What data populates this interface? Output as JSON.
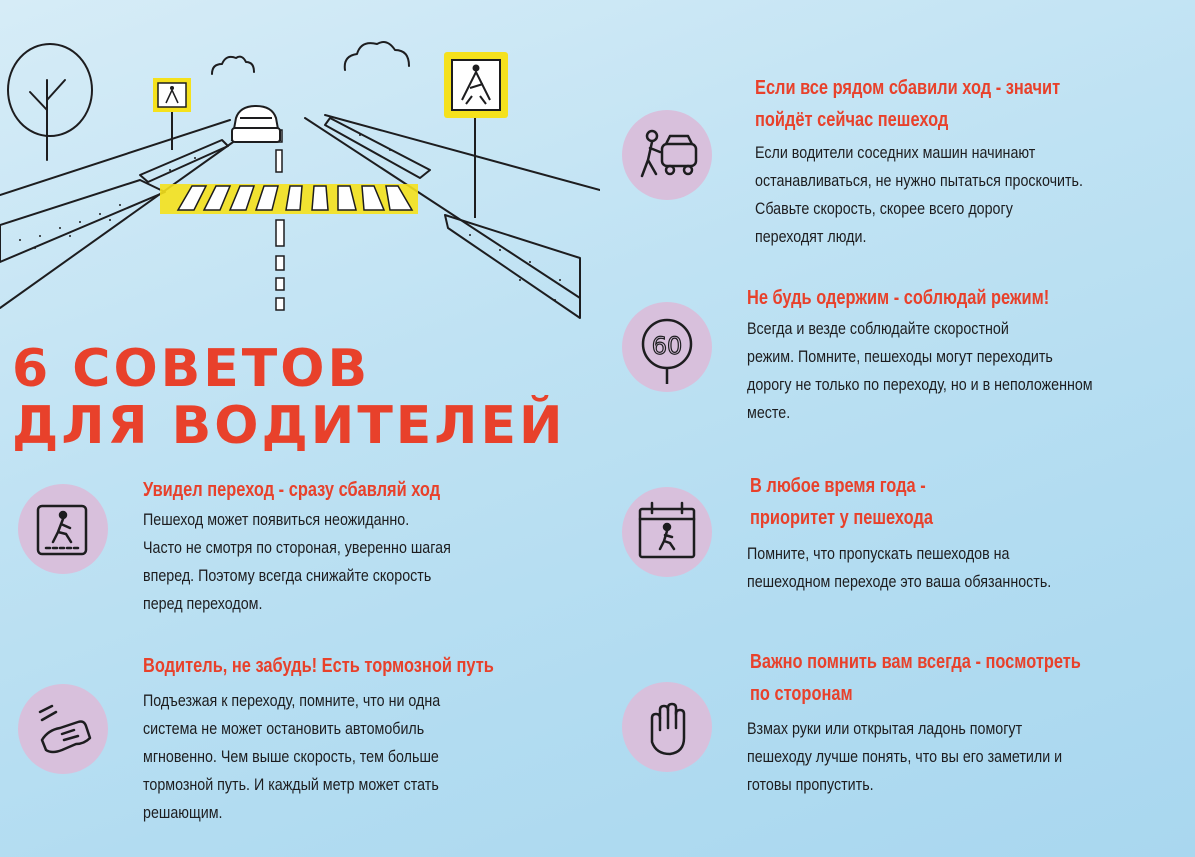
{
  "title": {
    "line1": "6 СОВЕТОВ",
    "line2": "ДЛЯ ВОДИТЕЛЕЙ"
  },
  "colors": {
    "accent": "#e8412b",
    "badge": "#d8c0dc",
    "background": "#b8dff2",
    "text": "#1d1d1f",
    "sign_yellow": "#f5e11c"
  },
  "tips": [
    {
      "icon": "crosswalk-sign-icon",
      "heading": [
        "Увидел переход - сразу сбавляй ход"
      ],
      "body": [
        "Пешеход может появиться неожиданно.",
        "Часто не смотря по стороная, уверенно шагая",
        "вперед. Поэтому всегда снижайте скорость",
        "перед переходом."
      ]
    },
    {
      "icon": "hand-on-wheel-icon",
      "heading": [
        "Водитель, не забудь! Есть тормозной путь"
      ],
      "body": [
        "Подъезжая к переходу, помните, что ни одна",
        "система не может остановить автомобиль",
        "мгновенно. Чем выше скорость, тем больше",
        "тормозной путь. И каждый метр может стать",
        "решающим."
      ]
    },
    {
      "icon": "pedestrian-between-cars-icon",
      "heading": [
        "Если все рядом сбавили ход - значит",
        "пойдёт сейчас пешеход"
      ],
      "body": [
        "Если водители соседних машин начинают",
        "останавливаться, не нужно пытаться проскочить.",
        "Сбавьте скорость, скорее всего дорогу",
        "переходят люди."
      ]
    },
    {
      "icon": "speed-limit-60-icon",
      "sign_value": "60",
      "heading": [
        "Не будь одержим - соблюдай режим!"
      ],
      "body": [
        "Всегда и везде соблюдайте скоростной",
        "режим. Помните, пешеходы могут переходить",
        "дорогу не только по переходу, но и в неположенном",
        "месте."
      ]
    },
    {
      "icon": "calendar-pedestrian-icon",
      "heading": [
        "В любое время года -",
        "приоритет у пешехода"
      ],
      "body": [
        "Помните, что пропускать пешеходов на",
        "пешеходном переходе это ваша обязанность."
      ]
    },
    {
      "icon": "raised-palm-icon",
      "heading": [
        "Важно помнить вам всегда - посмотреть",
        "по сторонам"
      ],
      "body": [
        "Взмах руки или открытая ладонь помогут",
        "пешеходу лучше понять, что вы его заметили и",
        "готовы пропустить."
      ]
    }
  ]
}
